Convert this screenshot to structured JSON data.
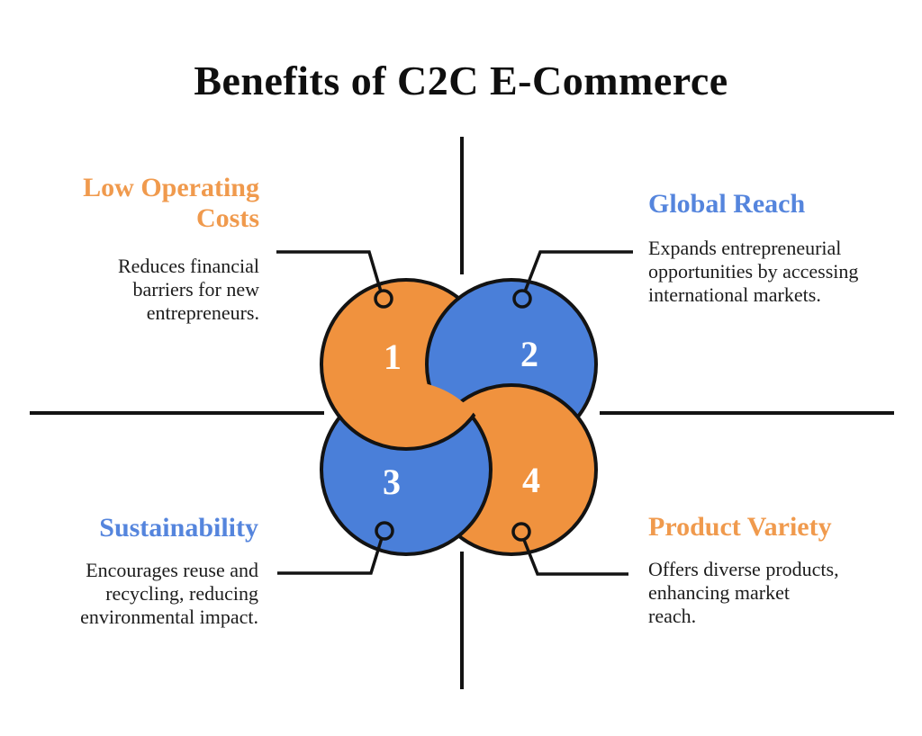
{
  "title": "Benefits of C2C E-Commerce",
  "colors": {
    "circle_orange": "#F0923E",
    "circle_blue": "#4A7FD9",
    "heading_orange": "#F09A4D",
    "heading_blue": "#5585DD",
    "outline": "#131313",
    "title_text": "#0F0F0F",
    "body_text": "#1C1C1C",
    "number_text": "#FFFFFF",
    "background": "#FFFFFF"
  },
  "items": [
    {
      "number": "1",
      "heading": "Low Operating\nCosts",
      "description": "Reduces financial\nbarriers for new\nentrepreneurs.",
      "accent": "orange",
      "position": "top-left"
    },
    {
      "number": "2",
      "heading": "Global Reach",
      "description": "Expands entrepreneurial\nopportunities by accessing\ninternational markets.",
      "accent": "blue",
      "position": "top-right"
    },
    {
      "number": "3",
      "heading": "Sustainability",
      "description": "Encourages reuse and\nrecycling, reducing\nenvironmental impact.",
      "accent": "blue",
      "position": "bottom-left"
    },
    {
      "number": "4",
      "heading": "Product Variety",
      "description": "Offers diverse products,\nenhancing market\nreach.",
      "accent": "orange",
      "position": "bottom-right"
    }
  ]
}
